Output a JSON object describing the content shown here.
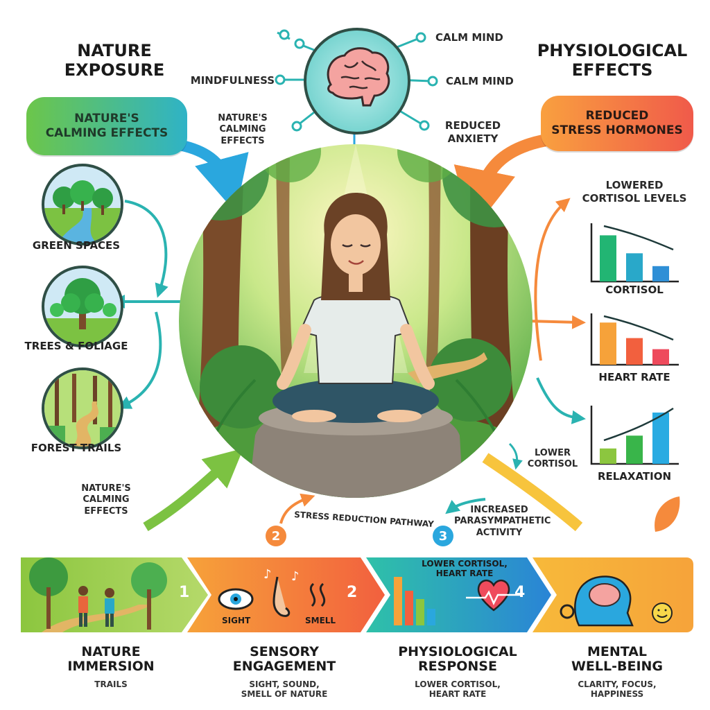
{
  "left": {
    "heading": "NATURE\nEXPOSURE",
    "banner": "NATURE'S\nCALMING EFFECTS",
    "arrow_label": "NATURE'S\nCALMING\nEFFECTS",
    "items": [
      {
        "label": "GREEN SPACES"
      },
      {
        "label": "TREES & FOLIAGE"
      },
      {
        "label": "FOREST TRAILS"
      }
    ],
    "bottom_label": "NATURE'S\nCALMING\nEFFECTS"
  },
  "brain": {
    "left_label": "MINDFULNESS",
    "right_labels": [
      "CALM MIND",
      "CALM MIND",
      "REDUCED\nANXIETY"
    ]
  },
  "right": {
    "heading": "PHYSIOLOGICAL\nEFFECTS",
    "banner": "REDUCED\nSTRESS HORMONES",
    "top_label": "LOWERED\nCORTISOL LEVELS",
    "charts": [
      {
        "label": "CORTISOL",
        "values": [
          0.9,
          0.55,
          0.3
        ],
        "colors": [
          "#22b573",
          "#29a8c9",
          "#2f8fd6"
        ],
        "trend": "down"
      },
      {
        "label": "HEART RATE",
        "values": [
          0.95,
          0.6,
          0.35
        ],
        "colors": [
          "#f6a23a",
          "#f2603e",
          "#ee4a5c"
        ],
        "trend": "down"
      },
      {
        "label": "RELAXATION",
        "values": [
          0.3,
          0.55,
          1.0
        ],
        "colors": [
          "#8cc63f",
          "#39b54a",
          "#29abe2"
        ],
        "trend": "up"
      }
    ],
    "lower_cortisol": "LOWER\nCORTISOL"
  },
  "center": {
    "pathway_label": "STRESS REDUCTION PATHWAY",
    "parasympathetic": "INCREASED\nPARASYMPATHETIC\nACTIVITY",
    "badge_2": "2",
    "badge_3": "3"
  },
  "steps": [
    {
      "number": "1",
      "title": "NATURE\nIMMERSION",
      "subtitle": "TRAILS"
    },
    {
      "number": "2",
      "title": "SENSORY\nENGAGEMENT",
      "subtitle": "SIGHT, SOUND,\nSMELL OF NATURE",
      "inner_left": "SIGHT",
      "inner_right": "SMELL"
    },
    {
      "number": "4",
      "title": "PHYSIOLOGICAL\nRESPONSE",
      "subtitle": "LOWER CORTISOL,\nHEART RATE",
      "inner_top": "LOWER CORTISOL,\nHEART RATE"
    },
    {
      "title": "MENTAL\nWELL-BEING",
      "subtitle": "CLARITY, FOCUS,\nHAPPINESS"
    }
  ],
  "colors": {
    "green": "#5cc14a",
    "teal": "#2ab3b1",
    "orange": "#f58a3c",
    "blue": "#2aa7de",
    "dark": "#2f4f46"
  }
}
